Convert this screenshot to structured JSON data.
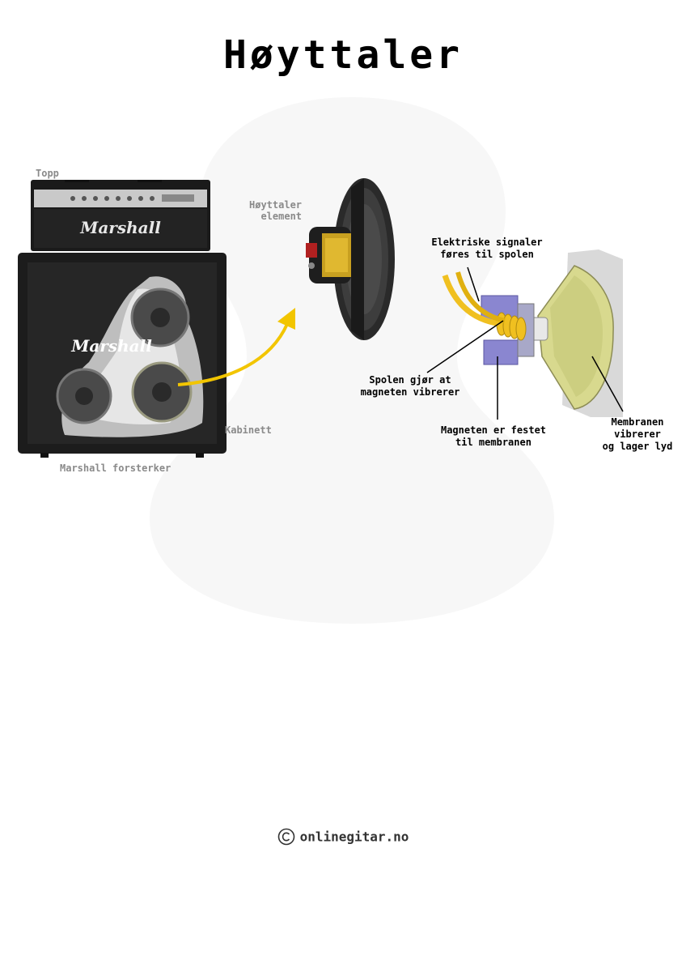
{
  "title": "Høyttaler",
  "labels": {
    "top": "Topp",
    "speaker_element_line1": "Høyttaler",
    "speaker_element_line2": "element",
    "cabinet": "Kabinett",
    "amplifier": "Marshall forsterker",
    "signals_line1": "Elektriske signaler",
    "signals_line2": "føres til spolen",
    "coil_line1": "Spolen gjør at",
    "coil_line2": "magneten vibrerer",
    "magnet_line1": "Magneten er festet",
    "magnet_line2": "til membranen",
    "membrane_line1": "Membranen",
    "membrane_line2": "vibrerer",
    "membrane_line3": "og lager lyd"
  },
  "brand": {
    "head_logo": "Marshall",
    "cabinet_logo": "Marshall"
  },
  "footer": {
    "site": "onlinegitar.no"
  },
  "colors": {
    "arrow": "#f2c500",
    "coil": "#f0c020",
    "magnet": "#8a86d0",
    "membrane": "#d8d98e"
  },
  "icons": {
    "copyright": "copyright-icon"
  }
}
